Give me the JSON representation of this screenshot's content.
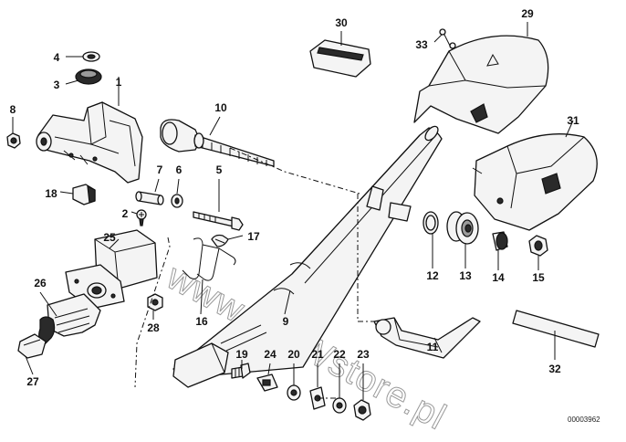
{
  "watermark": "www.BMWstore.pl",
  "drawing_code": "00003962",
  "labels": [
    "1",
    "2",
    "3",
    "4",
    "5",
    "6",
    "7",
    "8",
    "9",
    "10",
    "11",
    "12",
    "13",
    "14",
    "15",
    "16",
    "17",
    "18",
    "19",
    "20",
    "21",
    "22",
    "23",
    "24",
    "25",
    "26",
    "27",
    "28",
    "29",
    "30",
    "31",
    "32",
    "33"
  ]
}
